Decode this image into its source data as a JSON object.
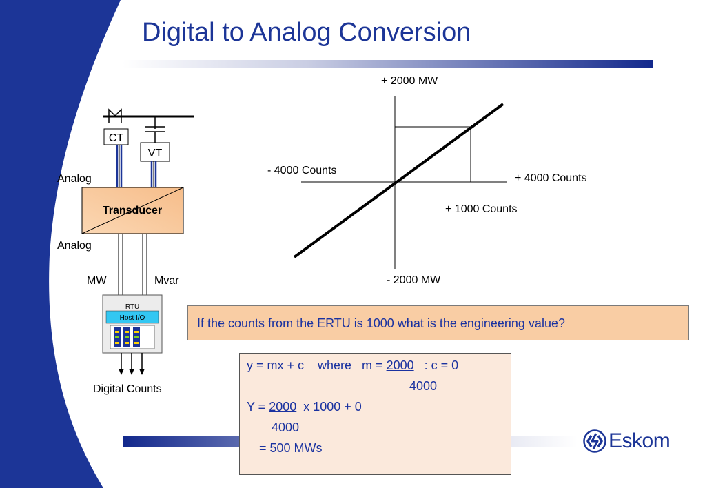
{
  "title": "Digital to Analog Conversion",
  "circuit": {
    "ct_label": "CT",
    "vt_label": "VT",
    "analog_top": "Analog",
    "transducer_label": "Transducer",
    "analog_bottom": "Analog",
    "mw_label": "MW",
    "mvar_label": "Mvar",
    "rtu_label": "RTU",
    "host_io_label": "Host I/O",
    "digital_counts_label": "Digital Counts"
  },
  "graph": {
    "y_top": "+ 2000 MW",
    "y_bottom": "- 2000 MW",
    "x_left": "- 4000 Counts",
    "x_right": "+ 4000 Counts",
    "x_point": "+ 1000 Counts"
  },
  "question": "If the counts from the ERTU is 1000 what is the engineering value?",
  "answer": {
    "line1_prefix": "y = mx + c    where   m = ",
    "line1_num": "2000",
    "line1_suffix": "   : c = 0",
    "line2_den": "4000",
    "line3_prefix": "Y = ",
    "line3_num": "2000",
    "line3_suffix": "  x 1000 + 0",
    "line4_den": "4000",
    "line5": "=  500 MWs"
  },
  "logo_text": "Eskom",
  "colors": {
    "title": "#1c3597",
    "swoosh": "#1c3597",
    "transducer_fill": "#f9cda4",
    "question_fill": "#f9cda4",
    "answer_fill": "#fbe9dc",
    "host_io_fill": "#33c7f2"
  }
}
